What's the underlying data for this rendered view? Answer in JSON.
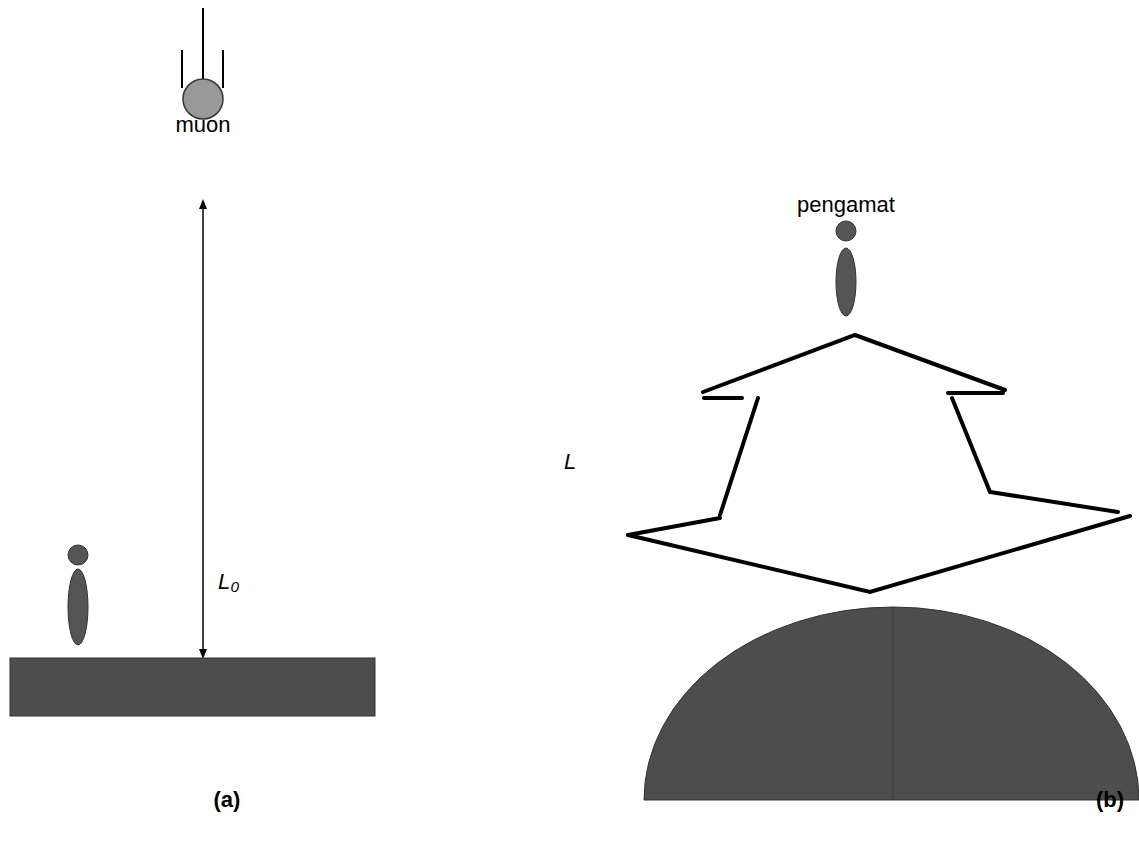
{
  "diagram": {
    "labels": [
      "muon",
      "L₀",
      "(a)",
      "pengamat",
      "L",
      "(b)"
    ]
  }
}
